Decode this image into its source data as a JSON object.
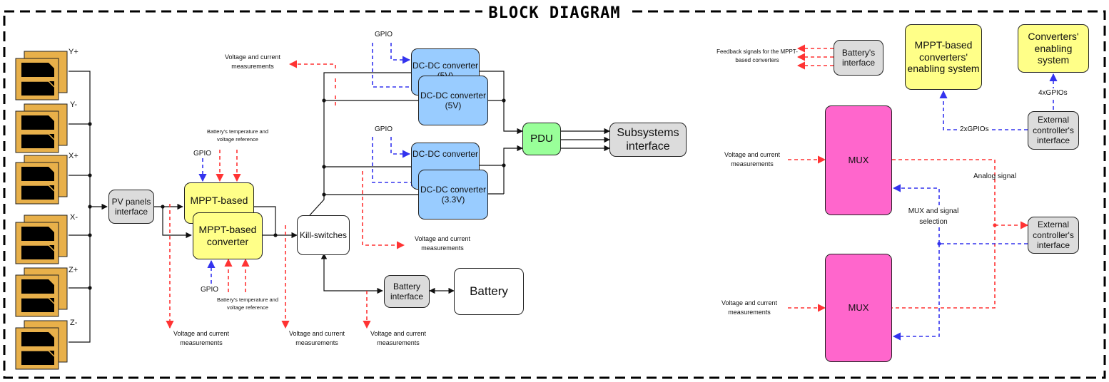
{
  "title": "BLOCK DIAGRAM",
  "panels": [
    "Y+",
    "Y-",
    "X+",
    "X-",
    "Z+",
    "Z-"
  ],
  "blocks": {
    "pv_interface": "PV panels interface",
    "mppt_back": "MPPT-based",
    "mppt_front": "MPPT-based converter",
    "kill_switches": "Kill-switches",
    "dcdc5_back": "DC-DC converter (5V)",
    "dcdc5_front": "DC-DC converter (5V)",
    "dcdc33_back": "DC-DC converter",
    "dcdc33_front": "DC-DC converter (3.3V)",
    "pdu": "PDU",
    "subsystems": "Subsystems interface",
    "battery_interface": "Battery interface",
    "battery": "Battery",
    "battery_interface_right": "Battery's interface",
    "mppt_enabling": "MPPT-based converters' enabling system",
    "conv_enabling": "Converters' enabling system",
    "ext_ctrl_top": "External controller's interface",
    "mux_top": "MUX",
    "mux_bottom": "MUX",
    "ext_ctrl_bottom": "External controller's interface"
  },
  "labels": {
    "gpio_mppt_top": "GPIO",
    "gpio_mppt_bottom": "GPIO",
    "gpio_dc5": "GPIO",
    "gpio_dc33": "GPIO",
    "bat_temp_top": "Battery's temperature and voltage reference",
    "bat_temp_bottom": "Battery's temperature and voltage reference",
    "vc_top_center": "Voltage and current measurements",
    "vc_mppt_in": "Voltage and current measurements",
    "vc_mppt_out": "Voltage and current measurements",
    "vc_battery": "Voltage and current measurements",
    "vc_dcdc": "Voltage and current measurements",
    "feedback": "Feedback signals for the MPPT-based converters",
    "vc_mux_top": "Voltage and current measurements",
    "vc_mux_bottom": "Voltage and current measurements",
    "analog_signal": "Analog signal",
    "mux_selection": "MUX and signal selection",
    "gpios_2x": "2xGPIOs",
    "gpios_4x": "4xGPIOs"
  },
  "colors": {
    "frame": "#000000",
    "signal_red": "#ff3333",
    "signal_blue": "#3333ee",
    "power_line": "#111111",
    "panel_gold": "#e8b04a",
    "grey_block": "#dcdcdc",
    "yellow_block": "#ffff88",
    "blue_block": "#99ccff",
    "green_block": "#99ff99",
    "pink_block": "#ff66cc"
  }
}
